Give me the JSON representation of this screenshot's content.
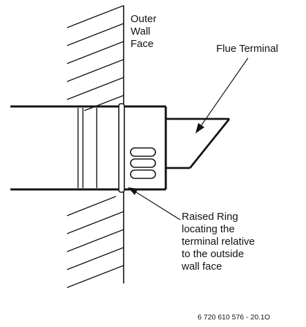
{
  "labels": {
    "outer_wall_face": [
      "Outer",
      "Wall",
      "Face"
    ],
    "flue_terminal": "Flue Terminal",
    "raised_ring": [
      "Raised Ring",
      "locating the",
      "terminal relative",
      "to the outside",
      "wall face"
    ]
  },
  "reference_code": "6 720 610 576 - 20.1O",
  "colors": {
    "ink": "#111111",
    "background": "#ffffff"
  }
}
